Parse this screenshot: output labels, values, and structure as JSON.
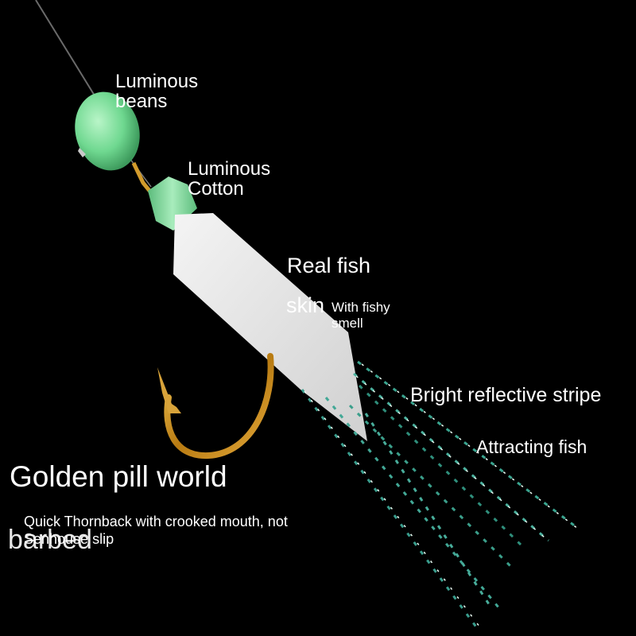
{
  "labels": {
    "luminous_beans_1": "Luminous",
    "luminous_beans_2": "beans",
    "luminous_cotton_1": "Luminous",
    "luminous_cotton_2": "Cotton",
    "real_fish": "Real fish",
    "skin": "skin",
    "fishy_smell_1": "With fishy",
    "fishy_smell_2": "smell",
    "reflective_stripe": "Bright reflective stripe",
    "attracting_fish": "Attracting fish",
    "golden_pill_world": "Golden pill world",
    "barbed": "barbed",
    "quick_thornback": "Quick Thornback with crooked mouth, not Senhouse slip"
  },
  "colors": {
    "background": "#000000",
    "luminous_green": "#7ee0a0",
    "hook_gold": "#c8901a",
    "fish_skin": "#e6e6e6",
    "stripe_teal": "#2a8f7f"
  }
}
